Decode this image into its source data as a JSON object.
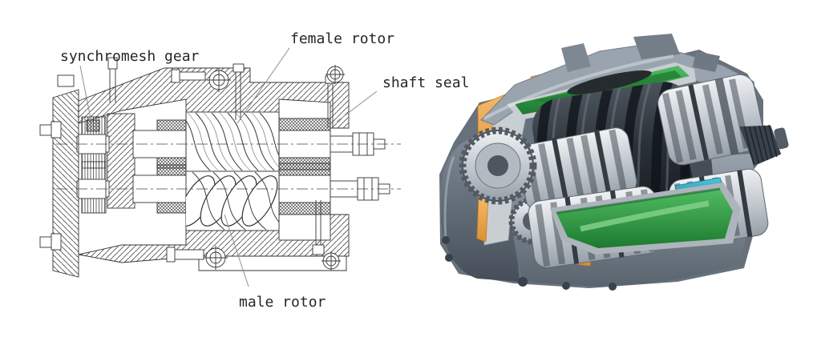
{
  "figure": {
    "labels": [
      {
        "id": "synchromesh-gear",
        "text": "synchromesh gear"
      },
      {
        "id": "female-rotor",
        "text": "female rotor"
      },
      {
        "id": "shaft-seal",
        "text": "shaft seal"
      },
      {
        "id": "male-rotor",
        "text": "male rotor"
      }
    ],
    "colors": {
      "background": "#ffffff",
      "line_art": "#333333",
      "leader_line": "#8f8f8f",
      "housing_gray": "#99a4ae",
      "housing_dark": "#5a646e",
      "cut_face_gray": "#c9ced3",
      "oil_channel_green": "#3aa14b",
      "cast_section_orange": "#eda54f",
      "port_cyan": "#2aa9c0",
      "rotor_dark": "#343b42",
      "bearing_silver": "#d6dade"
    }
  }
}
